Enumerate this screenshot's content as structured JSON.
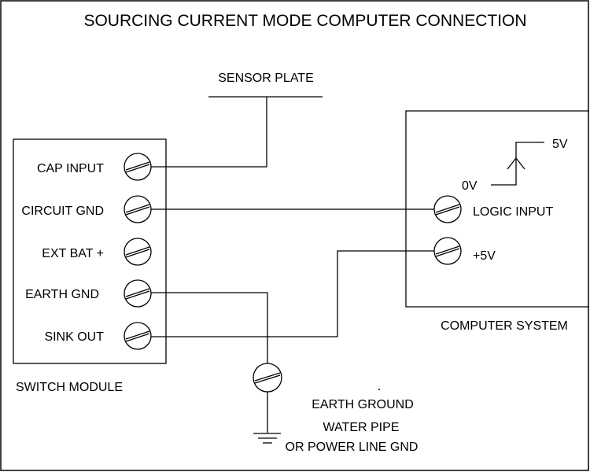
{
  "title": "SOURCING CURRENT MODE COMPUTER CONNECTION",
  "sensor_plate": "SENSOR PLATE",
  "switch_module": {
    "label": "SWITCH MODULE",
    "terminals": [
      "CAP INPUT",
      "CIRCUIT GND",
      "EXT BAT +",
      "EARTH GND",
      "SINK OUT"
    ]
  },
  "computer_system": {
    "label": "COMPUTER SYSTEM",
    "logic_input": "LOGIC INPUT",
    "plus_5v": "+5V",
    "signal_low": "0V",
    "signal_high": "5V"
  },
  "earth_ground": {
    "line1": "EARTH GROUND",
    "line2": "WATER PIPE",
    "line3": "OR POWER LINE GND"
  }
}
